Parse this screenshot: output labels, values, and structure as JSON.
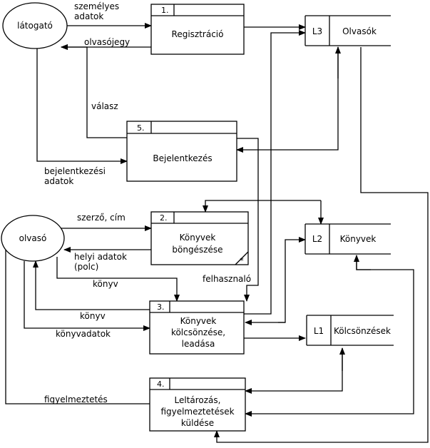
{
  "entities": [
    {
      "id": "latogato",
      "label": "látogató"
    },
    {
      "id": "olvaso",
      "label": "olvasó"
    }
  ],
  "processes": [
    {
      "id": "p1",
      "number": "1.",
      "lines": [
        "Regisztráció"
      ]
    },
    {
      "id": "p5",
      "number": "5.",
      "lines": [
        "Bejelentkezés"
      ]
    },
    {
      "id": "p2",
      "number": "2.",
      "lines": [
        "Könyvek",
        "böngészése"
      ],
      "marker": "*"
    },
    {
      "id": "p3",
      "number": "3.",
      "lines": [
        "Könyvek",
        "kölcsönzése,",
        "leadása"
      ]
    },
    {
      "id": "p4",
      "number": "4.",
      "lines": [
        "Leltározás,",
        "figyelmeztetések",
        "küldése"
      ]
    }
  ],
  "stores": [
    {
      "id": "L3",
      "code": "L3",
      "name": "Olvasók"
    },
    {
      "id": "L2",
      "code": "L2",
      "name": "Könyvek"
    },
    {
      "id": "L1",
      "code": "L1",
      "name": "Kölcsönzések"
    }
  ],
  "flow_labels": [
    {
      "id": "szemelyes",
      "lines": [
        "személyes",
        "adatok"
      ]
    },
    {
      "id": "olvasojegy",
      "lines": [
        "olvasójegy"
      ]
    },
    {
      "id": "valasz",
      "lines": [
        "válasz"
      ]
    },
    {
      "id": "bejelentkezesi",
      "lines": [
        "bejelentkezési",
        "adatok"
      ]
    },
    {
      "id": "szerzo",
      "lines": [
        "szerző, cím"
      ]
    },
    {
      "id": "helyi",
      "lines": [
        "helyi adatok",
        "(polc)"
      ]
    },
    {
      "id": "konyv1",
      "lines": [
        "könyv"
      ]
    },
    {
      "id": "felhasznalo",
      "lines": [
        "felhasznaló"
      ]
    },
    {
      "id": "konyv2",
      "lines": [
        "könyv"
      ]
    },
    {
      "id": "konyvadatok",
      "lines": [
        "könyvadatok"
      ]
    },
    {
      "id": "figyelmeztetes",
      "lines": [
        "figyelmeztetés"
      ]
    }
  ]
}
